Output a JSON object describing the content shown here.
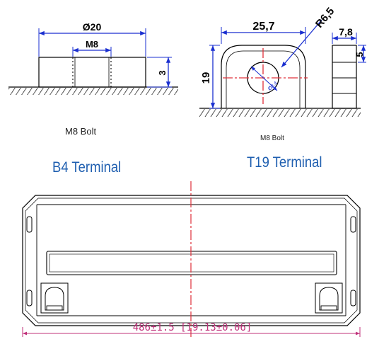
{
  "b4": {
    "dim_outer": "Ø20",
    "dim_inner": "M8",
    "dim_height": "3",
    "bolt_label": "M8 Bolt",
    "terminal_label": "B4 Terminal"
  },
  "t19": {
    "dim_width": "25,7",
    "dim_radius": "R6,5",
    "dim_thickness": "7,8",
    "dim_height": "19",
    "dim_side": "5",
    "dim_hole": "Ø8,4",
    "bolt_label": "M8 Bolt",
    "terminal_label": "T19 Terminal"
  },
  "battery": {
    "dim_length": "486±1.5 [19.13±0.06]"
  },
  "colors": {
    "dim_line": "#1a2fd0",
    "terminal_text": "#1f5fb0",
    "center_line": "#e0303a",
    "main_dim": "#c0307a"
  }
}
